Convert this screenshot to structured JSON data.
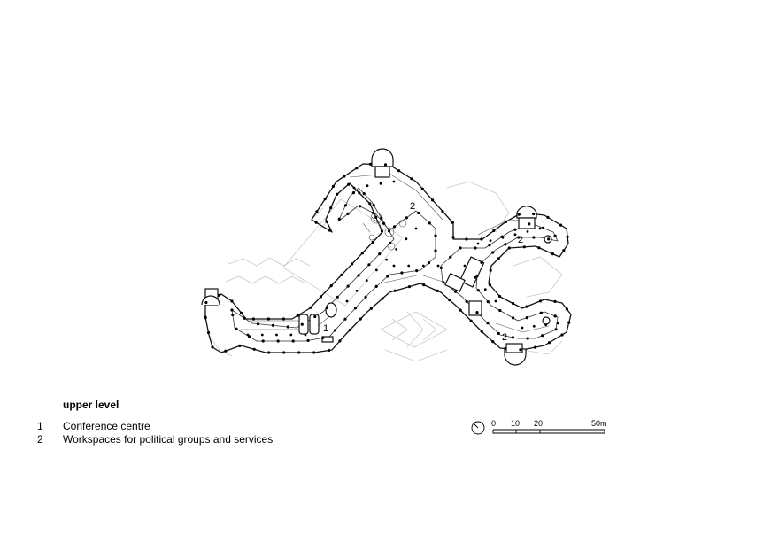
{
  "plan": {
    "labels": [
      {
        "id": "label-1-conference",
        "text": "1"
      },
      {
        "id": "label-2-west",
        "text": "2"
      },
      {
        "id": "label-2-east",
        "text": "2"
      },
      {
        "id": "label-2-south",
        "text": "2"
      }
    ]
  },
  "legend": {
    "title": "upper level",
    "items": [
      {
        "number": "1",
        "text": "Conference centre"
      },
      {
        "number": "2",
        "text": "Workspaces for political groups and services"
      }
    ]
  },
  "scale_bar": {
    "ticks": [
      "0",
      "10",
      "20",
      "50m"
    ],
    "north_icon": "north-arrow-icon"
  }
}
